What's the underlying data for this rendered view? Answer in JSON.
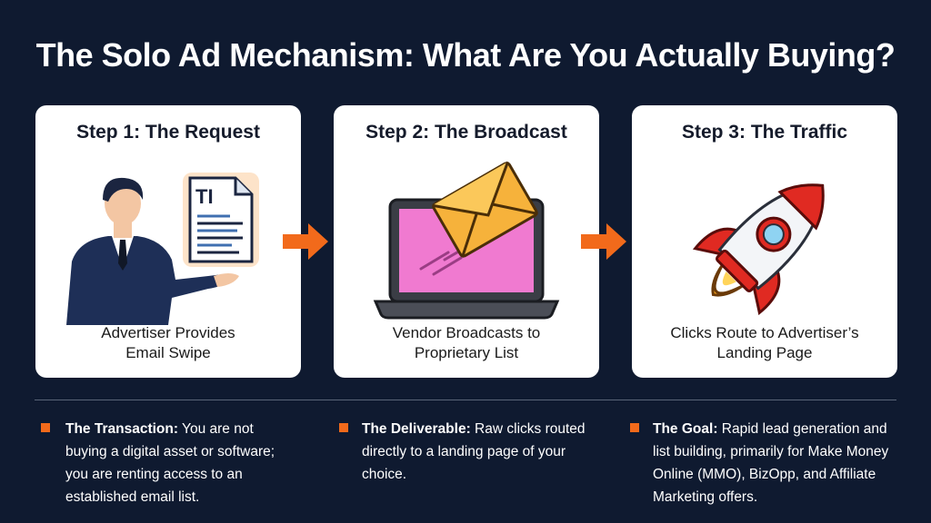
{
  "title": "The Solo Ad Mechanism: What Are You Actually Buying?",
  "steps": [
    {
      "title": "Step 1: The Request",
      "caption_line1": "Advertiser Provides",
      "caption_line2": "Email Swipe",
      "icon": "advertiser-with-document-icon"
    },
    {
      "title": "Step 2: The Broadcast",
      "caption_line1": "Vendor Broadcasts to",
      "caption_line2": "Proprietary List",
      "icon": "laptop-envelope-icon"
    },
    {
      "title": "Step 3: The Traffic",
      "caption_line1": "Clicks Route to Advertiser’s",
      "caption_line2": "Landing Page",
      "icon": "rocket-icon"
    }
  ],
  "notes": [
    {
      "label": "The Transaction:",
      "text": " You are not buying a digital asset or software; you are renting access to an established email list."
    },
    {
      "label": "The Deliverable:",
      "text": " Raw clicks routed directly to a landing page of your choice."
    },
    {
      "label": "The Goal:",
      "text": " Rapid lead generation and list building, primarily for Make Money Online (MMO), BizOpp, and Affiliate Marketing offers."
    }
  ],
  "colors": {
    "background": "#0f1a30",
    "accent": "#f26a1b",
    "card": "#ffffff",
    "rocket_red": "#e02a22",
    "envelope": "#f6b23b",
    "screen_pink": "#f07ad0"
  }
}
